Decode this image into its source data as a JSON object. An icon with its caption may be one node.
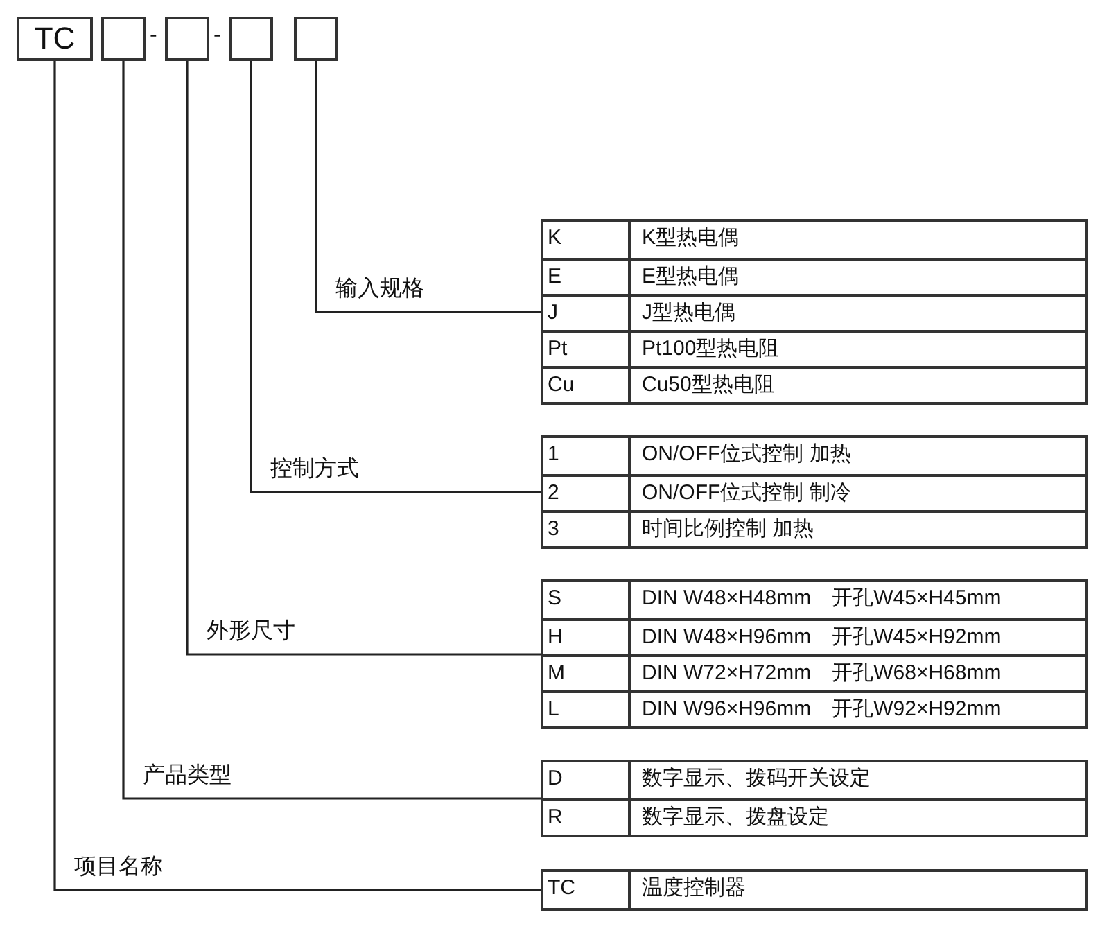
{
  "diagram": {
    "nodes": [
      {
        "text": [
          "TC"
        ]
      },
      {
        "text": [],
        "shape": "box"
      },
      {
        "text": [],
        "shape": "box"
      },
      {
        "text": [],
        "shape": "box"
      },
      {
        "text": [],
        "shape": "box"
      },
      {
        "text": [
          "K",
          "K型热电偶",
          "E",
          "E型热电偶",
          "J",
          "J型热电偶",
          "Pt",
          "Pt100型热电阻",
          "Cu",
          "Cu50型热电阻"
        ]
      },
      {
        "text": [
          "1",
          "ON/OFF位式控制 加热",
          "2",
          "ON/OFF位式控制 制冷",
          "3",
          "时间比例控制 加热"
        ]
      },
      {
        "text": [
          "S",
          "DIN W48×H48mm　开孔W45×H45mm",
          "H",
          "DIN W48×H96mm　开孔W45×H92mm",
          "M",
          "DIN W72×H72mm　开孔W68×H68mm",
          "L",
          "DIN W96×H96mm　开孔W92×H92mm"
        ]
      },
      {
        "text": [
          "D",
          "数字显示、拨码开关设定",
          "R",
          "数字显示、拨盘设定"
        ]
      },
      {
        "text": [
          "TC",
          "温度控制器"
        ]
      }
    ],
    "edges": [
      {
        "from": 4,
        "to": 5,
        "arrow": "none",
        "label": "输入规格"
      },
      {
        "from": 3,
        "to": 6,
        "arrow": "none",
        "label": "控制方式"
      },
      {
        "from": 2,
        "to": 7,
        "arrow": "none",
        "label": "外形尺寸"
      },
      {
        "from": 1,
        "to": 8,
        "arrow": "none",
        "label": "产品类型"
      },
      {
        "from": 0,
        "to": 9,
        "arrow": "none",
        "label": "项目名称"
      }
    ],
    "labels": [
      "-",
      "-"
    ]
  }
}
